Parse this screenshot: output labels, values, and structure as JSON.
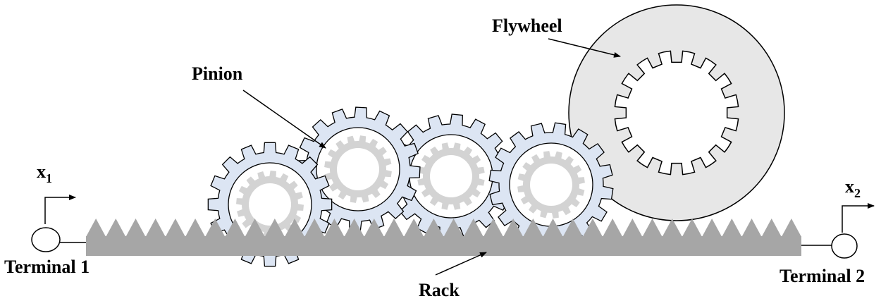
{
  "labels": {
    "flywheel": "Flywheel",
    "pinion": "Pinion",
    "rack": "Rack",
    "terminal_1": "Terminal 1",
    "terminal_2": "Terminal 2",
    "x1_base": "x",
    "x1_sub": "1",
    "x2_base": "x",
    "x2_sub": "2"
  },
  "colors": {
    "gear_fill": "#dce5f3",
    "gear_inner_ring": "#d3d3d3",
    "rack": "#a6a6a6",
    "flywheel": "#e7e7e7",
    "stroke": "#000000",
    "background": "#ffffff"
  },
  "components": {
    "pinion_gear_count": 4,
    "gear_tooth_count": 16,
    "flywheel_internal_tooth_count": 16,
    "rack_tooth_count": 36
  }
}
